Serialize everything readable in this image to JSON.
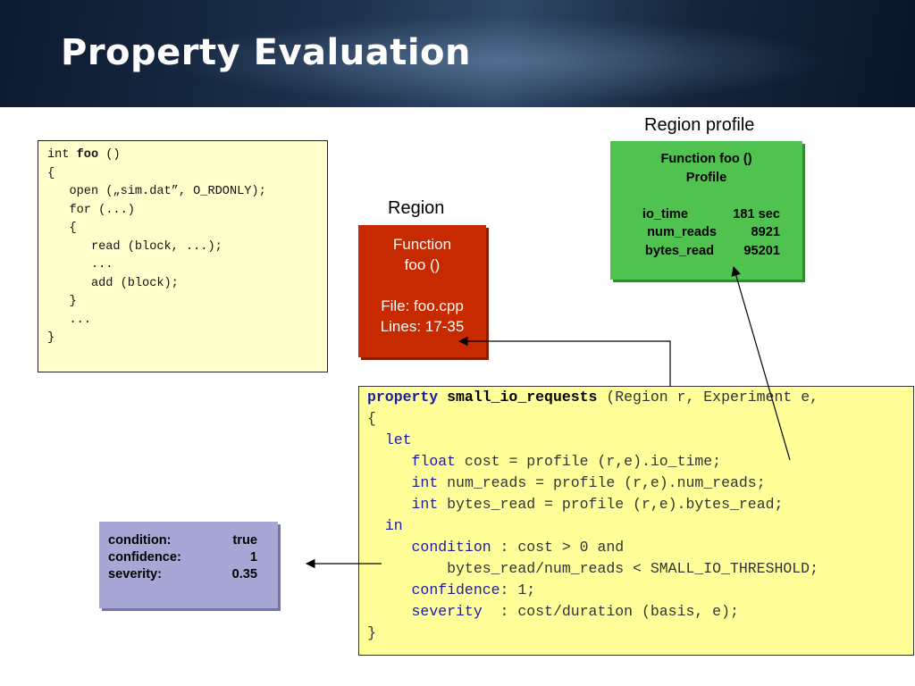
{
  "title": "Property Evaluation",
  "code": {
    "lines": [
      [
        {
          "t": "int "
        },
        {
          "t": "foo",
          "b": true
        },
        {
          "t": " ()"
        }
      ],
      [
        {
          "t": "{"
        }
      ],
      [
        {
          "t": "   open („sim.dat”, O_RDONLY);"
        }
      ],
      [
        {
          "t": "   for (...)"
        }
      ],
      [
        {
          "t": "   {"
        }
      ],
      [
        {
          "t": "      read (block, ...);"
        }
      ],
      [
        {
          "t": "      ..."
        }
      ],
      [
        {
          "t": "      add (block);"
        }
      ],
      [
        {
          "t": "   }"
        }
      ],
      [
        {
          "t": "   ..."
        }
      ],
      [
        {
          "t": "}"
        }
      ]
    ]
  },
  "region": {
    "caption": "Region",
    "function_line1": "Function",
    "function_line2": "foo ()",
    "file": "File: foo.cpp",
    "lines": "Lines: 17-35"
  },
  "region_profile": {
    "caption": "Region profile",
    "heading_line1": "Function foo ()",
    "heading_line2": "Profile",
    "rows": [
      {
        "key": "io_time",
        "value": "181 sec"
      },
      {
        "key": "num_reads",
        "value": "8921"
      },
      {
        "key": "bytes_read",
        "value": "95201"
      }
    ]
  },
  "property": {
    "lines": [
      [
        {
          "t": "property",
          "c": "kw",
          "b": true
        },
        {
          "t": " "
        },
        {
          "t": "small_io_requests",
          "b": true,
          "c": "dark"
        },
        {
          "t": " (Region r, Experiment e,"
        }
      ],
      [
        {
          "t": "{"
        }
      ],
      [
        {
          "t": "  "
        },
        {
          "t": "let",
          "c": "kw"
        }
      ],
      [
        {
          "t": "     "
        },
        {
          "t": "float",
          "c": "kw"
        },
        {
          "t": " cost = profile (r,e).io_time;"
        }
      ],
      [
        {
          "t": "     "
        },
        {
          "t": "int",
          "c": "kw"
        },
        {
          "t": " num_reads = profile (r,e).num_reads;"
        }
      ],
      [
        {
          "t": "     "
        },
        {
          "t": "int",
          "c": "kw"
        },
        {
          "t": " bytes_read = profile (r,e).bytes_read;"
        }
      ],
      [
        {
          "t": "  "
        },
        {
          "t": "in",
          "c": "kw"
        }
      ],
      [
        {
          "t": "     "
        },
        {
          "t": "condition",
          "c": "kw"
        },
        {
          "t": " : cost > 0 and"
        }
      ],
      [
        {
          "t": "         bytes_read/num_reads < SMALL_IO_THRESHOLD;"
        }
      ],
      [
        {
          "t": "     "
        },
        {
          "t": "confidence",
          "c": "kw"
        },
        {
          "t": ": 1;"
        }
      ],
      [
        {
          "t": "     "
        },
        {
          "t": "severity",
          "c": "kw"
        },
        {
          "t": "  : cost/duration (basis, e);"
        }
      ],
      [
        {
          "t": "}"
        }
      ]
    ]
  },
  "result": {
    "rows": [
      {
        "key": "condition:",
        "value": "true"
      },
      {
        "key": "confidence:",
        "value": "1"
      },
      {
        "key": "severity:",
        "value": "0.35"
      }
    ]
  },
  "colors": {
    "code_bg": "#ffffcc",
    "property_bg": "#ffff99",
    "region_bg": "#c82a00",
    "profile_bg": "#4fc24f",
    "result_bg": "#a7a7d6",
    "keyword": "#1a1aa6"
  }
}
